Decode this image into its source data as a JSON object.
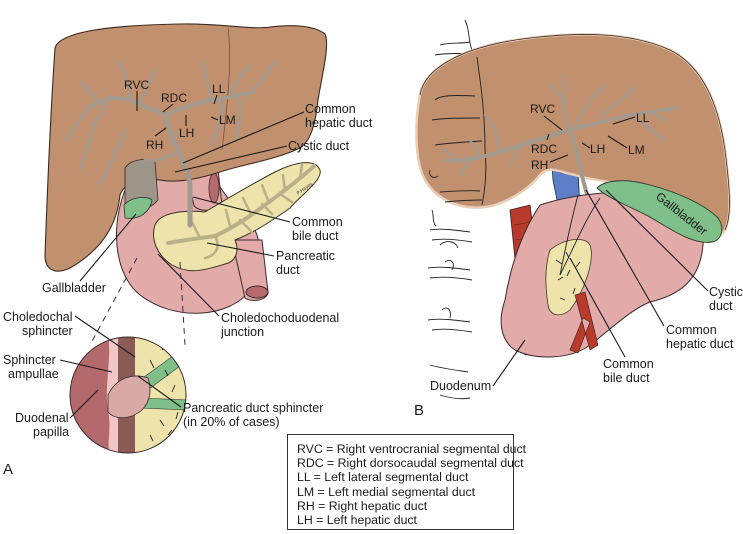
{
  "figure": {
    "panel_a": {
      "panel_label": "A",
      "abbreviation_labels": {
        "rvc": "RVC",
        "rdc": "RDC",
        "ll": "LL",
        "lm": "LM",
        "rh": "RH",
        "lh": "LH"
      },
      "callouts": {
        "common_hepatic_duct": [
          "Common",
          "hepatic duct"
        ],
        "cystic_duct": [
          "Cystic duct"
        ],
        "common_bile_duct": [
          "Common",
          "bile duct"
        ],
        "pancreatic_duct": [
          "Pancreatic",
          "duct"
        ],
        "gallbladder": [
          "Gallbladder"
        ],
        "choledochoduodenal_junction": [
          "Choledochoduodenal",
          "junction"
        ],
        "choledochal_sphincter": [
          "Choledochal",
          "sphincter"
        ],
        "sphincter_ampullae": [
          "Sphincter",
          "ampullae"
        ],
        "duodenal_papilla": [
          "Duodenal",
          "papilla"
        ],
        "pancreatic_duct_sphincter": [
          "Pancreatic duct sphincter",
          "(in 20% of cases)"
        ]
      },
      "signature": "P.Hayes"
    },
    "panel_b": {
      "panel_label": "B",
      "abbreviation_labels": {
        "rvc": "RVC",
        "rdc": "RDC",
        "ll": "LL",
        "lm": "LM",
        "rh": "RH",
        "lh": "LH"
      },
      "organ_text": "Gallbladder",
      "callouts": {
        "cystic_duct": [
          "Cystic",
          "duct"
        ],
        "common_hepatic_duct": [
          "Common",
          "hepatic duct"
        ],
        "common_bile_duct": [
          "Common",
          "bile duct"
        ],
        "duodenum": [
          "Duodenum"
        ]
      }
    },
    "legend": {
      "entries": [
        "RVC = Right ventrocranial segmental duct",
        "RDC = Right dorsocaudal segmental duct",
        "LL = Left lateral segmental duct",
        "LM = Left medial segmental duct",
        "RH = Right hepatic duct",
        "LH = Left hepatic duct"
      ]
    },
    "colors": {
      "liver": "#c1906e",
      "liver_outline": "#3a2a20",
      "duct_gray": "#a39a8f",
      "duodenum_pink": "#e2aaa9",
      "pancreas_yellow": "#ede3ab",
      "gallbladder_green": "#7fbf8a",
      "artery_red": "#b83a2a",
      "vein_blue": "#5c7fc8",
      "mucosa_dark": "#a65a5c"
    }
  }
}
